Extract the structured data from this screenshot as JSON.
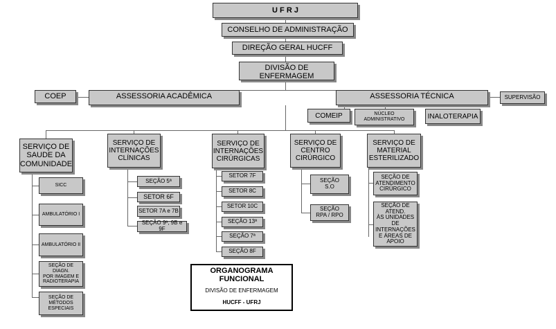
{
  "top": {
    "ufrj": "U F R J",
    "conselho": "CONSELHO DE ADMINISTRAÇÃO",
    "direcao": "DIREÇÃO GERAL HUCFF",
    "divisao": "DIVISÃO DE ENFERMAGEM"
  },
  "second_row": {
    "coep": "COEP",
    "assessoria_academica": "ASSESSORIA ACADÊMICA",
    "assessoria_tecnica": "ASSESSORIA TÉCNICA",
    "supervisao": "SUPERVISÃO",
    "comeip": "COMEIP",
    "nucleo": "NÚCLEO\nADMINISTRATIVO",
    "inaloterapia": "INALOTERAPIA"
  },
  "services": {
    "saude": {
      "label": "SERVIÇO DE\nSAUDE DA\nCOMUNIDADE",
      "items": [
        "SICC",
        "AMBULATÓRIO I",
        "AMBULATÓRIO II",
        "SEÇÃO DE DIAGN.\nPOR IMAGEM E\nRADIOTERAPIA",
        "SEÇÃO DE\nMÉTODOS\nESPECIAIS"
      ]
    },
    "clinicas": {
      "label": "SERVIÇO DE\nINTERNAÇÕES\nCLÍNICAS",
      "items": [
        "SEÇÃO 5ª",
        "SETOR 6F",
        "SETOR 7A e 7B",
        "SEÇÃO 9ª, 9B e 9F"
      ]
    },
    "cirurgicas": {
      "label": "SERVIÇO DE\nINTERNAÇÕES\nCIRÚRGICAS",
      "items": [
        "SETOR 7F",
        "SETOR 8C",
        "SETOR 10C",
        "SEÇÃO 13ª",
        "SEÇÃO 7ª",
        "SEÇÃO 8F"
      ]
    },
    "centro": {
      "label": "SERVIÇO DE\nCENTRO\nCIRÚRGICO",
      "items": [
        "SEÇÃO\nS.O",
        "SEÇÃO\nRPA / RPO"
      ]
    },
    "material": {
      "label": "SERVIÇO DE\nMATERIAL\nESTERILIZADO",
      "items": [
        "SEÇÃO DE\nATENDIMENTO\nCIRÚRGICO",
        "SEÇÃO DE\nATEND.\nÀS UNIDADES DE\nINTERNAÇÕES\nE ÁREAS DE\nAPOIO"
      ]
    }
  },
  "legend": {
    "title": "ORGANOGRAMA FUNCIONAL",
    "line1": "DIVISÃO DE ENFERMAGEM",
    "line2": "HUCFF - UFRJ"
  }
}
